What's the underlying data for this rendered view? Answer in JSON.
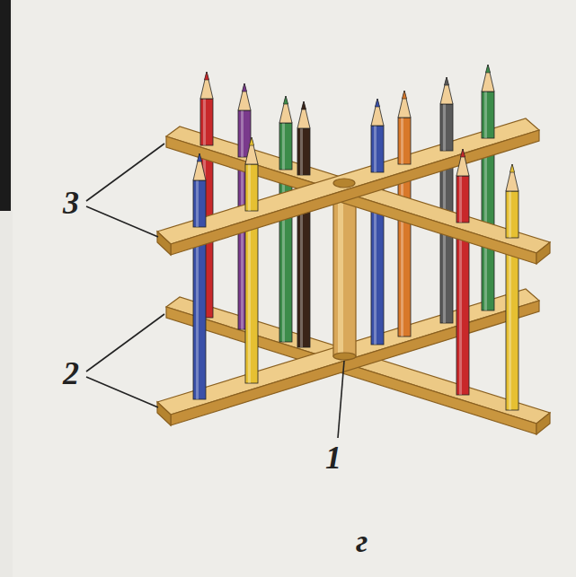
{
  "diagram": {
    "labels": [
      "3",
      "2",
      "1",
      "г"
    ]
  }
}
